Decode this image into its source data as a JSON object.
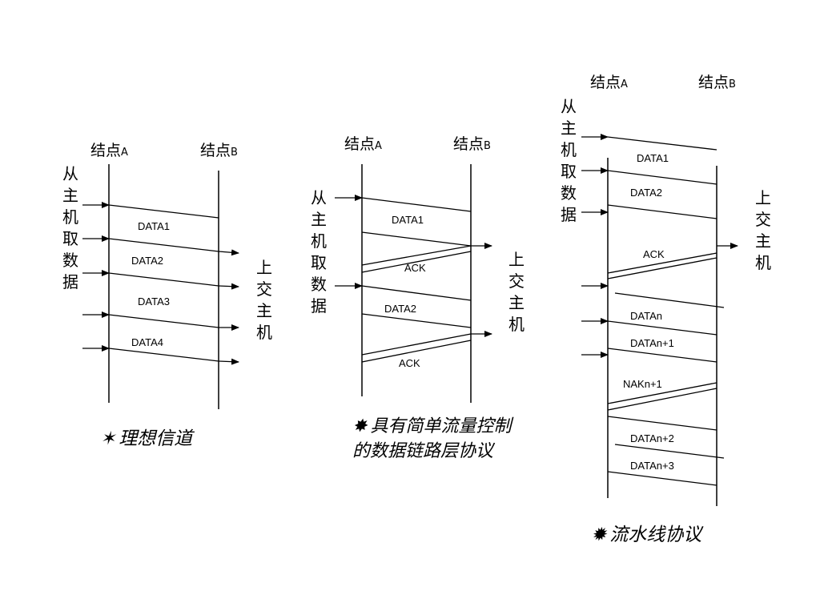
{
  "node_a": "结点",
  "node_a_sub": "A",
  "node_b": "结点",
  "node_b_sub": "B",
  "from_host": [
    "从",
    "主",
    "机",
    "取",
    "数",
    "据"
  ],
  "to_host": [
    "上",
    "交",
    "主",
    "机"
  ],
  "colors": {
    "stroke": "#000000",
    "background": "#ffffff"
  },
  "panels": [
    {
      "id": "ideal",
      "messages": [
        "DATA1",
        "DATA2",
        "DATA3",
        "DATA4"
      ],
      "caption_icon": "✶",
      "caption_lines": [
        "理想信道"
      ]
    },
    {
      "id": "stop-and-wait",
      "messages": [
        "DATA1",
        "ACK",
        "DATA2",
        "ACK"
      ],
      "caption_icon": "✸",
      "caption_lines": [
        "具有简单流量控制",
        "的数据链路层协议"
      ]
    },
    {
      "id": "pipeline",
      "messages": [
        "DATA1",
        "DATA2",
        "ACK",
        "DATAn",
        "DATAn+1",
        "NAKn+1",
        "DATAn+2",
        "DATAn+3"
      ],
      "caption_icon": "✹",
      "caption_lines": [
        "流水线协议"
      ]
    }
  ]
}
